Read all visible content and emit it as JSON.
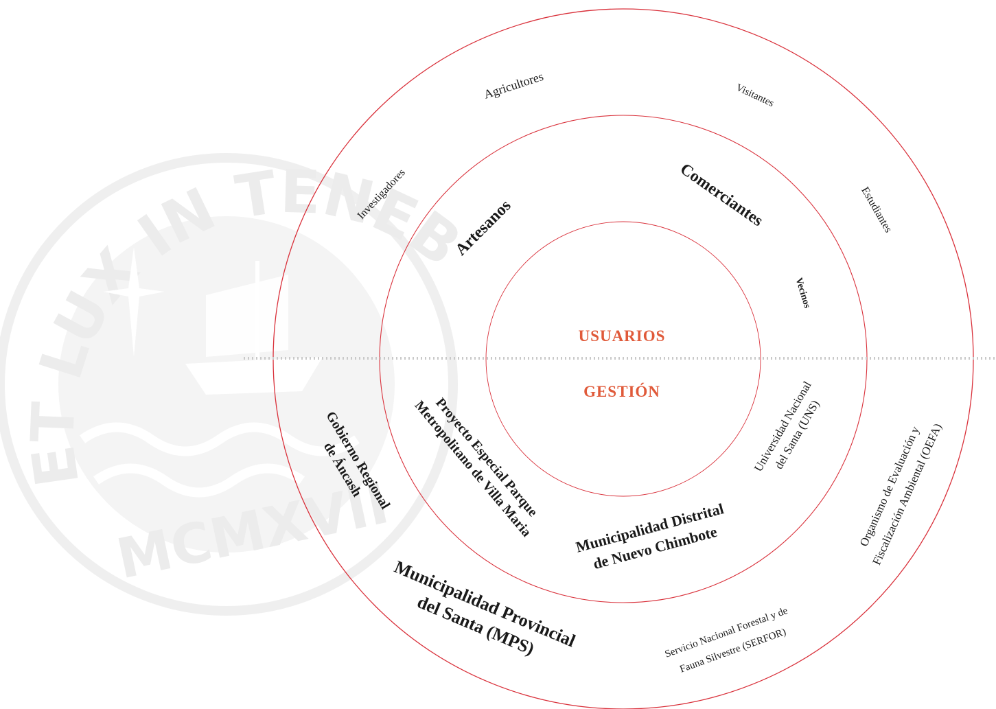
{
  "colors": {
    "ring": "#d9303a",
    "center_text": "#e05a3a",
    "watermark": "#ececec",
    "divider": "#c9c9c9"
  },
  "watermark": {
    "motto": "ET LUX IN TENEBRIS LUCET",
    "year": "MCMXVII"
  },
  "center": {
    "top": "USUARIOS",
    "bottom": "GESTIÓN"
  },
  "users": {
    "outer": [
      "Agricultores",
      "Visitantes",
      "Investigadores",
      "Estudiantes"
    ],
    "middle": [
      "Artesanos",
      "Comerciantes"
    ],
    "inner": [
      "Vecinos"
    ]
  },
  "management": {
    "gore": [
      "Gobierno Regional",
      "de Áncash"
    ],
    "pepmvm": [
      "Proyecto Especial Parque",
      "Metropolitano de Villa Maria"
    ],
    "mdnc": [
      "Municipalidad Distrital",
      "de Nuevo Chimbote"
    ],
    "uns": [
      "Universidad Nacional",
      "del Santa (UNS)"
    ],
    "oefa": [
      "Organismo de Evaluación y",
      "Fiscalización Ambiental (OEFA)"
    ],
    "mps": [
      "Municipalidad Provincial",
      "del Santa (MPS)"
    ],
    "serfor": [
      "Servicio Nacional Forestal y de",
      "Fauna Silvestre (SERFOR)"
    ]
  }
}
